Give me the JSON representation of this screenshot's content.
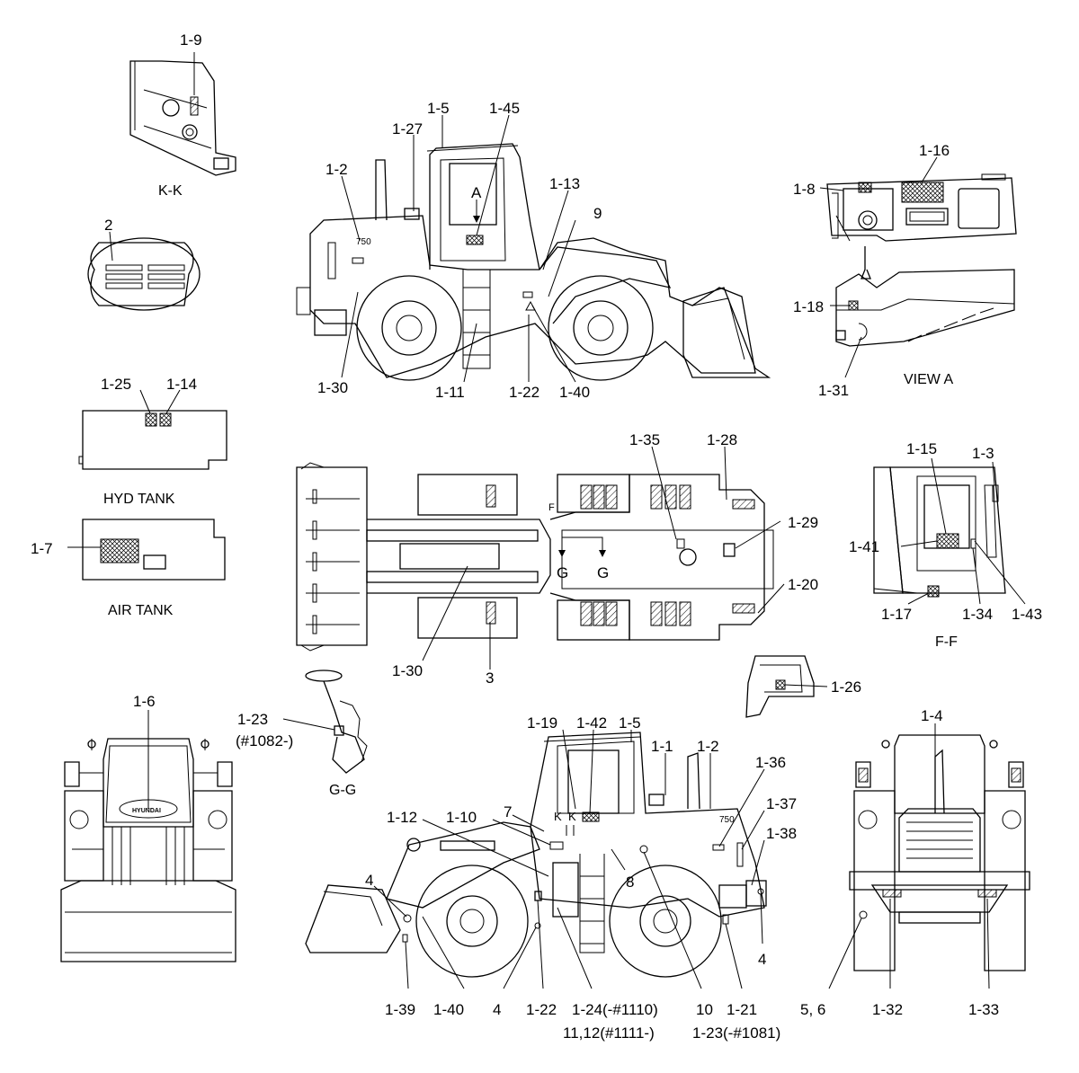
{
  "labels": {
    "l_1_9": "1-9",
    "l_1_5a": "1-5",
    "l_1_45": "1-45",
    "l_1_27": "1-27",
    "l_1_2a": "1-2",
    "l_1_13": "1-13",
    "l_9": "9",
    "l_a_arrow": "A",
    "l_1_30a": "1-30",
    "l_1_11": "1-11",
    "l_1_22a": "1-22",
    "l_1_40a": "1-40",
    "l_1_16": "1-16",
    "l_1_8": "1-8",
    "l_1_18": "1-18",
    "l_1_31": "1-31",
    "l_2": "2",
    "l_1_25": "1-25",
    "l_1_14": "1-14",
    "l_1_7": "1-7",
    "l_1_35": "1-35",
    "l_1_28": "1-28",
    "l_1_29": "1-29",
    "l_1_20": "1-20",
    "l_1_30b": "1-30",
    "l_3": "3",
    "l_f": "F",
    "l_g1": "G",
    "l_g2": "G",
    "l_1_15": "1-15",
    "l_1_3": "1-3",
    "l_1_41": "1-41",
    "l_1_17": "1-17",
    "l_1_34": "1-34",
    "l_1_43": "1-43",
    "l_1_6": "1-6",
    "l_1_23a": "1-23",
    "l_1082": "(#1082-)",
    "l_1_26": "1-26",
    "l_1_19": "1-19",
    "l_1_42": "1-42",
    "l_1_5b": "1-5",
    "l_1_1": "1-1",
    "l_1_2b": "1-2",
    "l_1_36": "1-36",
    "l_1_37": "1-37",
    "l_1_38": "1-38",
    "l_1_12": "1-12",
    "l_1_10": "1-10",
    "l_7": "7",
    "l_8": "8",
    "l_k1": "K",
    "l_k2": "K",
    "l_4a": "4",
    "l_4b": "4",
    "l_4c": "4",
    "l_1_39": "1-39",
    "l_1_40b": "1-40",
    "l_1_22b": "1-22",
    "l_1_24": "1-24(-#1110)",
    "l_11_12": "11,12(#1111-)",
    "l_10": "10",
    "l_1_21": "1-21",
    "l_1_23b": "1-23(-#1081)",
    "l_1_4": "1-4",
    "l_5_6": "5, 6",
    "l_1_32": "1-32",
    "l_1_33": "1-33",
    "l_750a": "750",
    "l_750b": "750",
    "l_brand_front": "HYUNDAI"
  },
  "captions": {
    "kk": "K-K",
    "view_a": "VIEW A",
    "hyd_tank": "HYD TANK",
    "air_tank": "AIR TANK",
    "gg": "G-G",
    "ff": "F-F"
  }
}
